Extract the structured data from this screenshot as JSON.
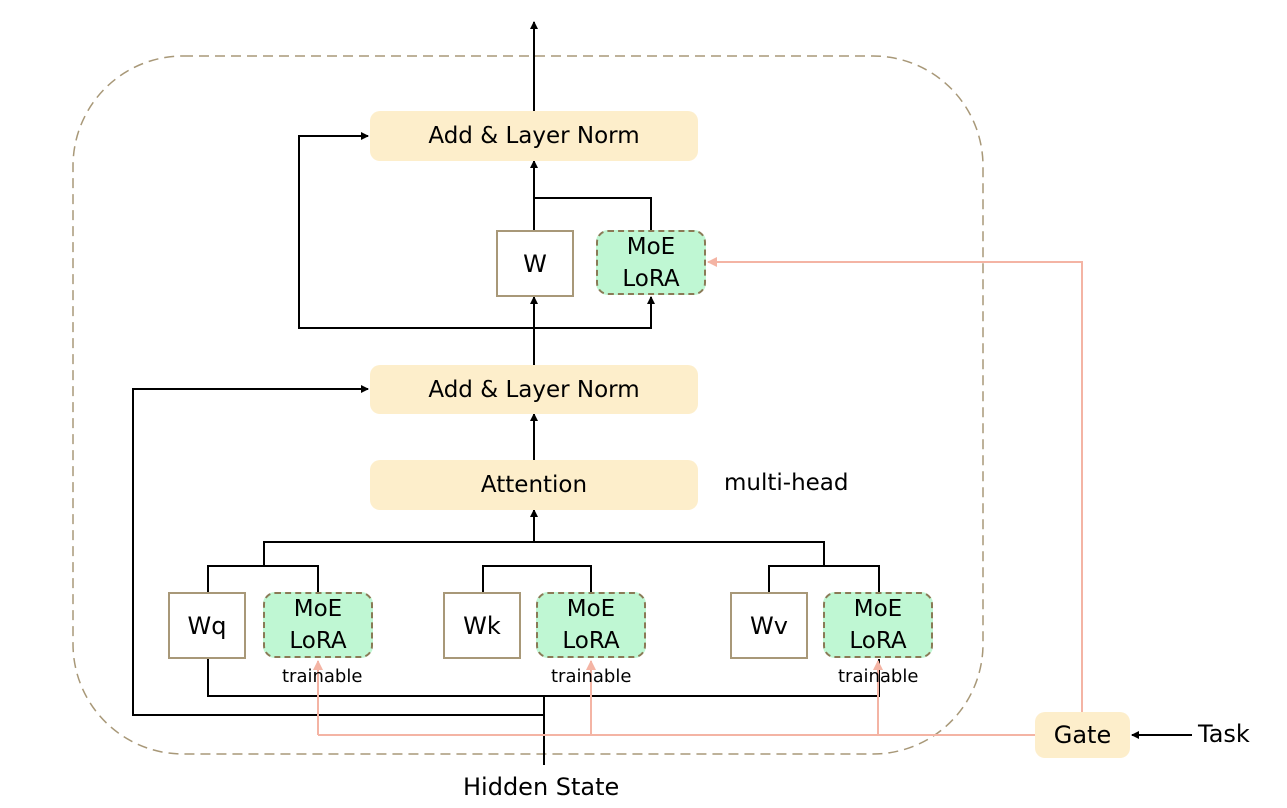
{
  "diagram": {
    "nodes": {
      "add_norm_top": "Add & Layer Norm",
      "w": "W",
      "moe_ffn": [
        "MoE",
        "LoRA"
      ],
      "add_norm_mid": "Add & Layer Norm",
      "attention": "Attention",
      "attention_note": "multi-head",
      "wq": "Wq",
      "wk": "Wk",
      "wv": "Wv",
      "moe_q": [
        "MoE",
        "LoRA"
      ],
      "moe_k": [
        "MoE",
        "LoRA"
      ],
      "moe_v": [
        "MoE",
        "LoRA"
      ],
      "trainable_q": "trainable",
      "trainable_k": "trainable",
      "trainable_v": "trainable",
      "gate": "Gate",
      "task": "Task",
      "hidden_state": "Hidden State"
    },
    "colors": {
      "norm_fill": "#fdeecb",
      "lora_fill": "#bff7d3",
      "lora_border": "#8a7a56",
      "weight_border": "#a89878",
      "gate_line": "#f4b4a4",
      "container_border": "#a89878",
      "line": "#000000"
    }
  }
}
